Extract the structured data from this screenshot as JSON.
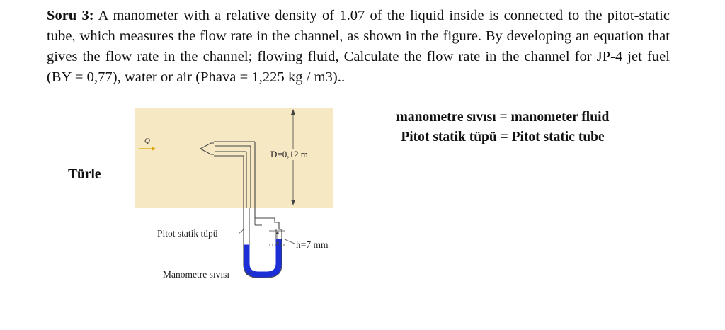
{
  "question": {
    "label": "Soru 3:",
    "text": "A manometer with a relative density of 1.07 of the liquid inside is connected to the pitot-static tube, which measures the flow rate in the channel, as shown in the figure. By developing an equation that gives the flow rate in the channel; flowing fluid,  Calculate the flow rate in the channel for JP-4 jet fuel (BY = 0,77), water or air (Phava = 1,225 kg / m3).."
  },
  "legend": {
    "line1": "manometre sıvısı = manometer fluid",
    "line2": "Pitot statik tüpü = Pitot static tube"
  },
  "side_label": "Türle",
  "figure": {
    "flow_symbol": "Q",
    "diameter_label": "D=0,12 m",
    "pitot_label": "Pitot statik tüpü",
    "h_label": "h=7 mm",
    "manometer_label": "Manometre sıvısı"
  },
  "colors": {
    "channel_fill": "#f7e8c4",
    "manometer_fluid": "#1c2fd6",
    "tube_fill": "#ffffff",
    "flow_arrow": "#d9a800",
    "outline": "#444444"
  }
}
